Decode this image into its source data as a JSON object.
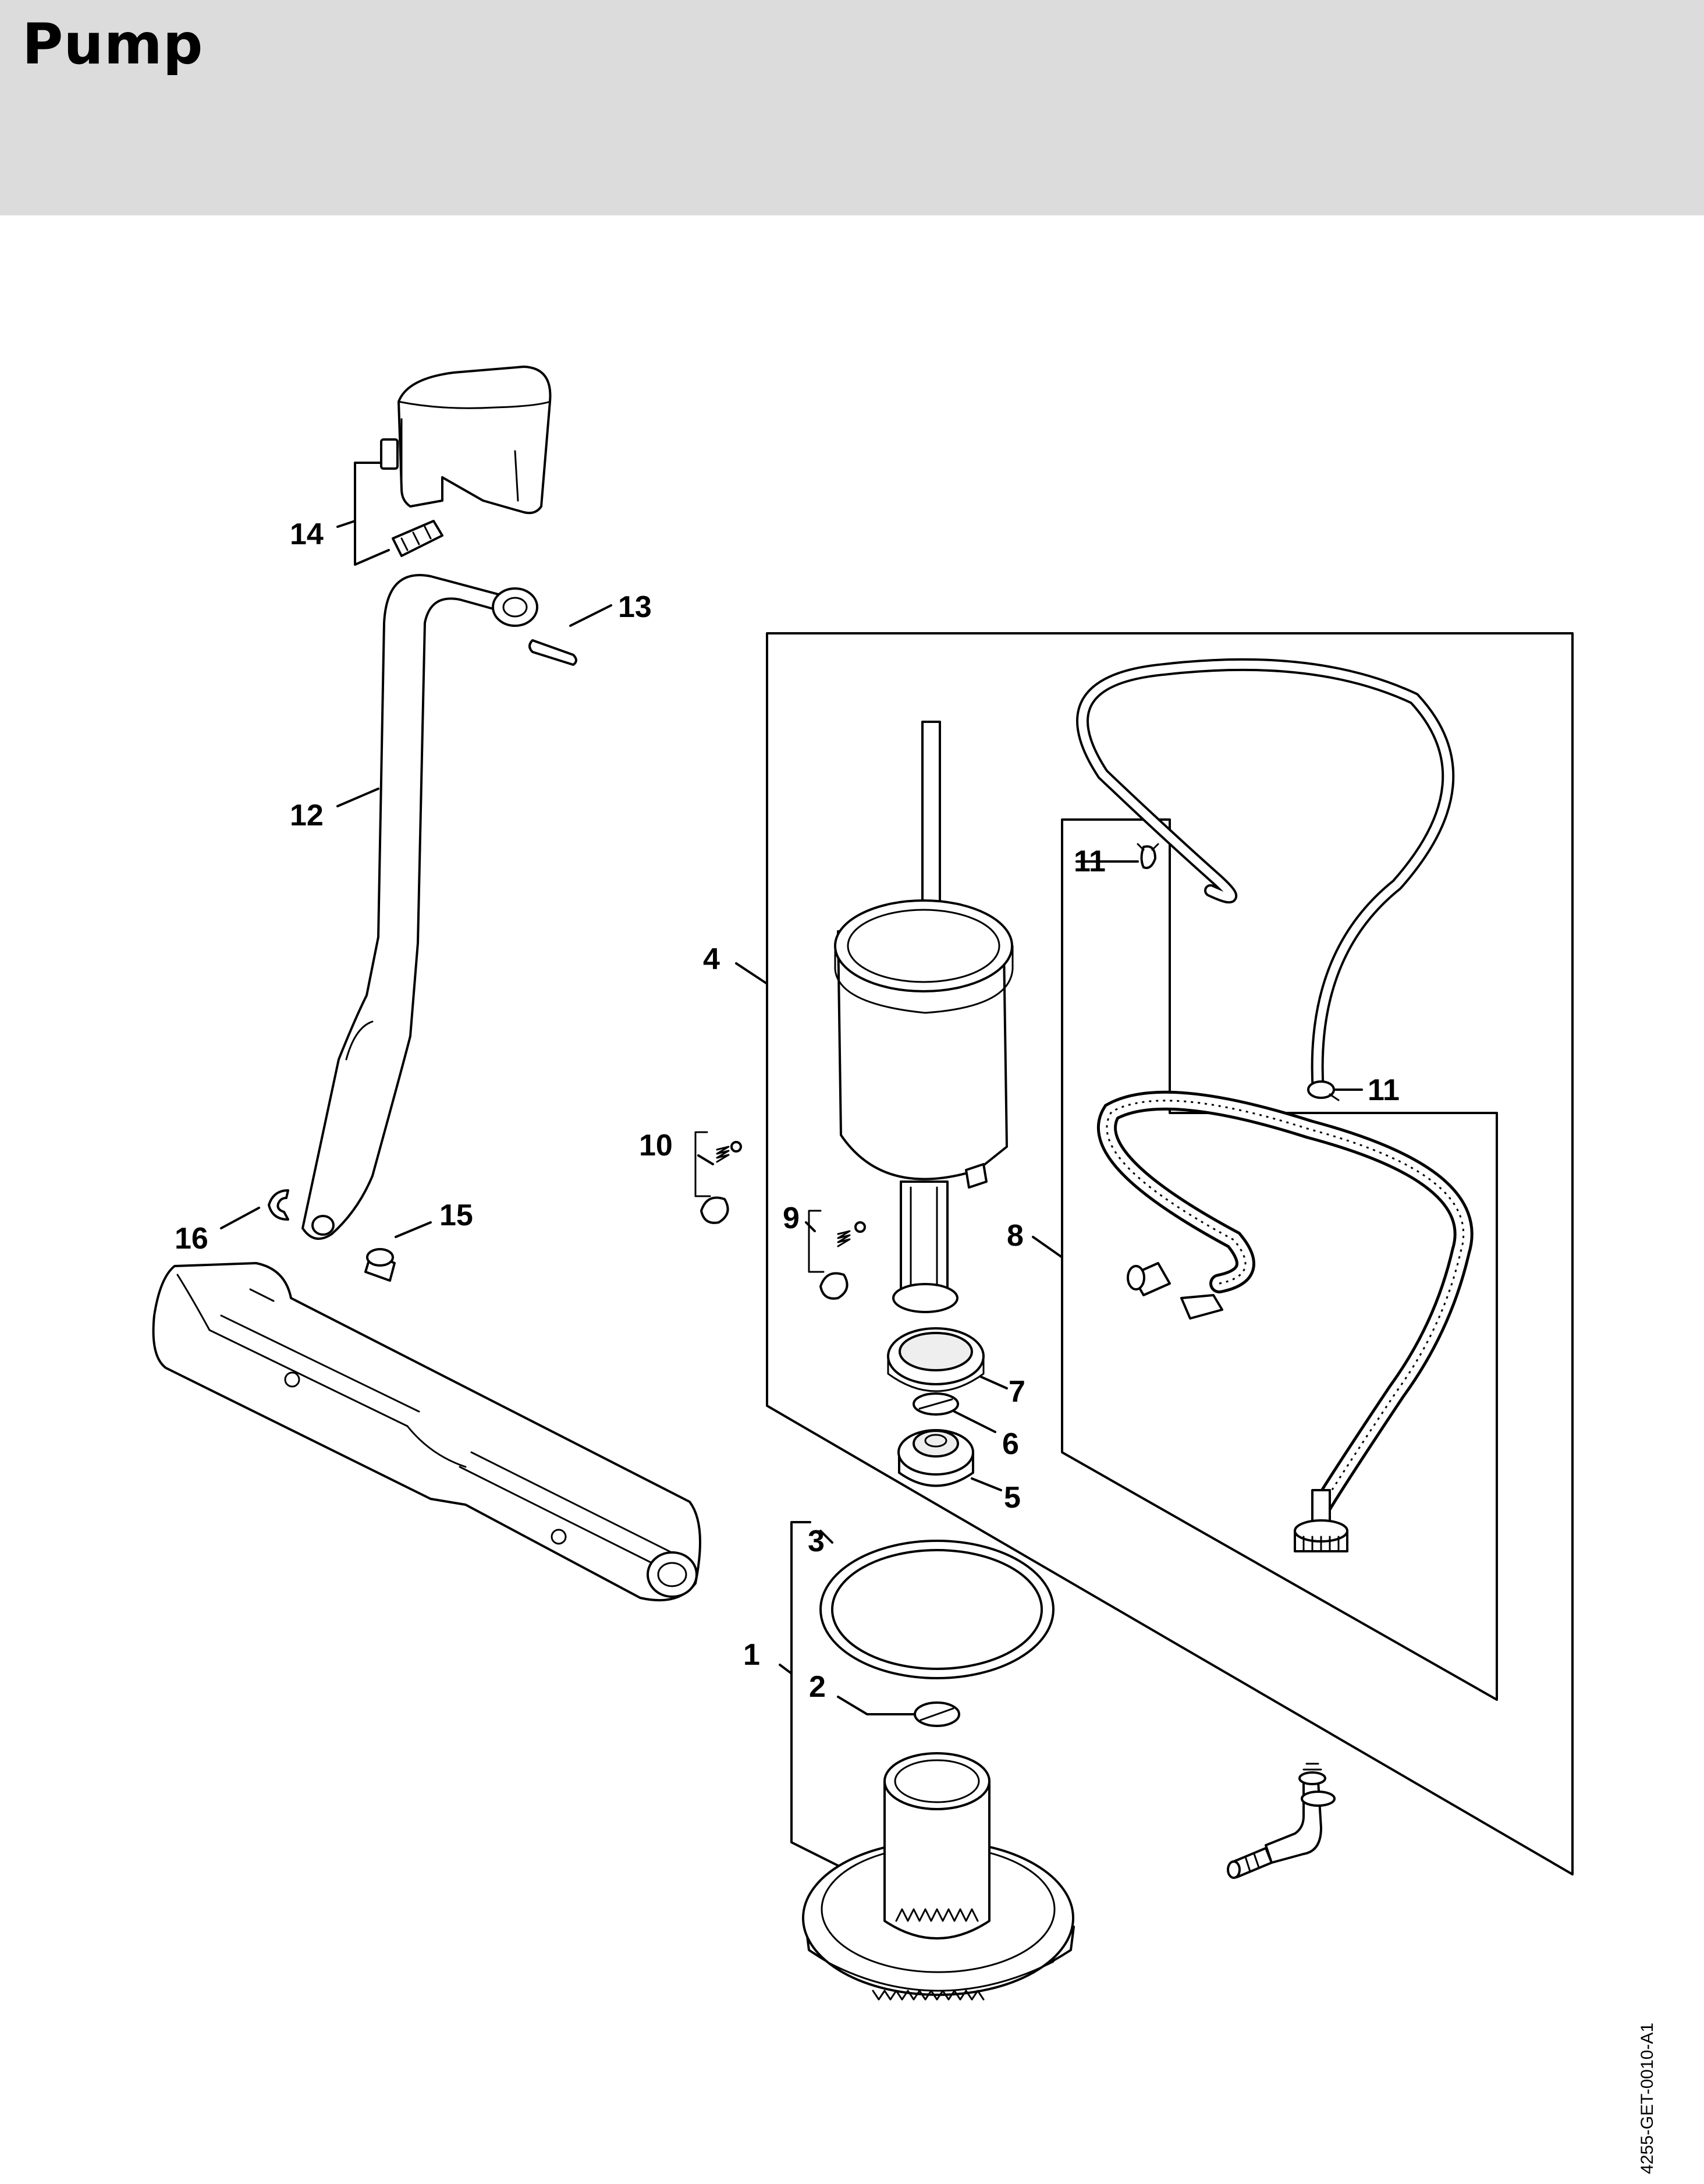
{
  "title": "Pump",
  "doc_id": "4255-GET-0010-A1",
  "callouts": {
    "c1": "1",
    "c2": "2",
    "c3": "3",
    "c4": "4",
    "c5": "5",
    "c6": "6",
    "c7": "7",
    "c8": "8",
    "c9": "9",
    "c10": "10",
    "c11a": "11",
    "c11b": "11",
    "c12": "12",
    "c13": "13",
    "c14": "14",
    "c15": "15",
    "c16": "16"
  }
}
